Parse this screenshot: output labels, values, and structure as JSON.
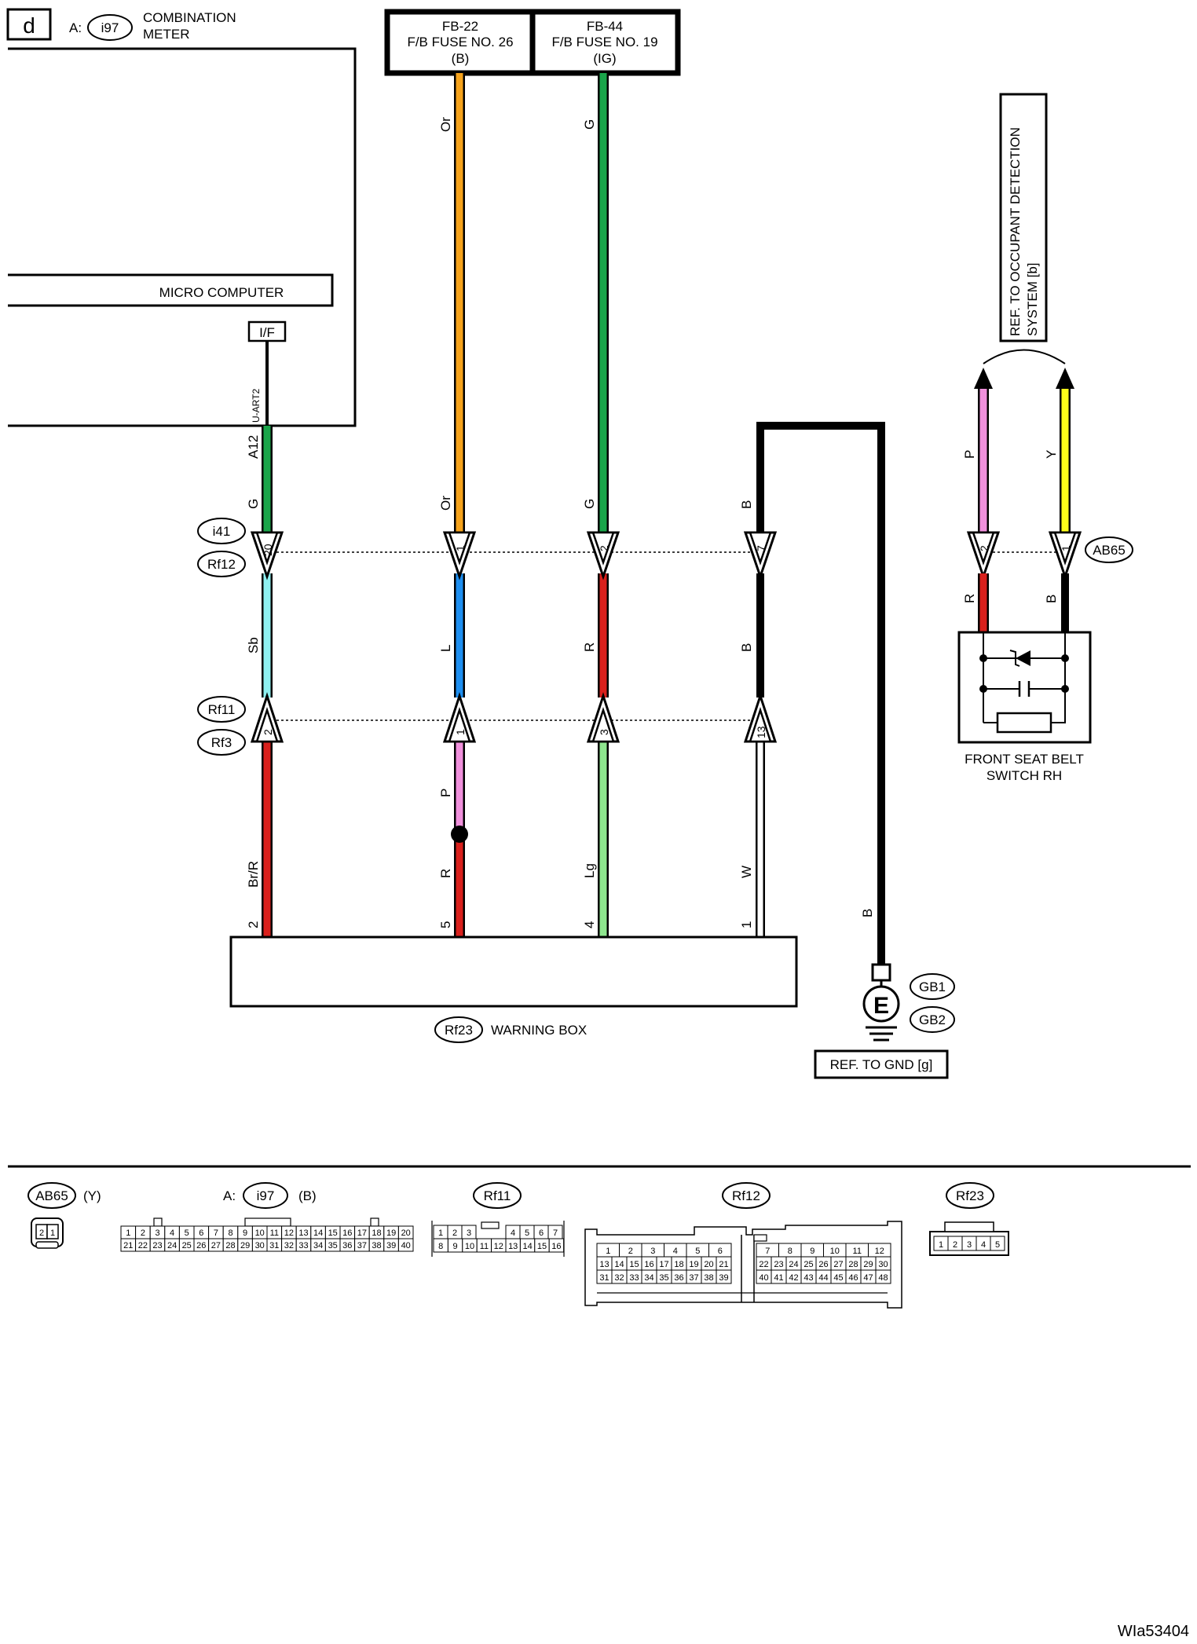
{
  "section_letter": "d",
  "combination_meter": {
    "prefix": "A:",
    "connector": "i97",
    "name_line1": "COMBINATION",
    "name_line2": "METER",
    "micro_computer": "MICRO COMPUTER",
    "interface": "I/F",
    "signal": "U-ART2",
    "terminal": "A12"
  },
  "fuses": [
    {
      "line1": "FB-22",
      "line2": "F/B FUSE NO. 26",
      "line3": "(B)"
    },
    {
      "line1": "FB-44",
      "line2": "F/B FUSE NO. 19",
      "line3": "(IG)"
    }
  ],
  "occupant_ref": {
    "line1": "REF. TO OCCUPANT DETECTION",
    "line2": "SYSTEM [b]"
  },
  "connectors": {
    "i41": "i41",
    "rf12": "Rf12",
    "rf11": "Rf11",
    "rf3": "Rf3",
    "ab65": "AB65",
    "rf23": "Rf23",
    "gb1": "GB1",
    "gb2": "GB2"
  },
  "wires": {
    "c1": {
      "top": "G",
      "mid": "Sb",
      "bottom": "Br/R",
      "pin_top": "20",
      "pin_bottom": "2",
      "box_pin": "2"
    },
    "c2": {
      "upper": "Or",
      "top": "Or",
      "mid": "L",
      "lower1": "P",
      "lower2": "R",
      "pin_top": "1",
      "pin_bottom": "1",
      "box_pin": "5"
    },
    "c3": {
      "upper": "G",
      "top": "G",
      "mid": "R",
      "bottom": "Lg",
      "pin_top": "2",
      "pin_bottom": "3",
      "box_pin": "4"
    },
    "c4": {
      "top": "B",
      "mid": "B",
      "bottom": "W",
      "pin_top": "7",
      "pin_bottom": "13",
      "box_pin": "1"
    },
    "ground": "B",
    "p_wire": "P",
    "y_wire": "Y",
    "r_wire": "R",
    "b_wire": "B",
    "ab65_pin2": "2",
    "ab65_pin1": "1"
  },
  "warning_box": "WARNING BOX",
  "ground_symbol": "E",
  "gnd_ref": "REF. TO GND [g]",
  "seat_belt_switch": {
    "line1": "FRONT SEAT BELT",
    "line2": "SWITCH RH"
  },
  "legend": {
    "ab65": {
      "name": "AB65",
      "color": "(Y)",
      "pins": [
        "2",
        "1"
      ]
    },
    "i97": {
      "prefix": "A:",
      "name": "i97",
      "color": "(B)",
      "row1": [
        "1",
        "2",
        "3",
        "4",
        "5",
        "6",
        "7",
        "8",
        "9",
        "10",
        "11",
        "12",
        "13",
        "14",
        "15",
        "16",
        "17",
        "18",
        "19",
        "20"
      ],
      "row2": [
        "21",
        "22",
        "23",
        "24",
        "25",
        "26",
        "27",
        "28",
        "29",
        "30",
        "31",
        "32",
        "33",
        "34",
        "35",
        "36",
        "37",
        "38",
        "39",
        "40"
      ]
    },
    "rf11": {
      "name": "Rf11",
      "row1a": [
        "1",
        "2",
        "3"
      ],
      "row1b": [
        "4",
        "5",
        "6",
        "7"
      ],
      "row2": [
        "8",
        "9",
        "10",
        "11",
        "12",
        "13",
        "14",
        "15",
        "16"
      ]
    },
    "rf12": {
      "name": "Rf12",
      "left_row1": [
        "1",
        "2",
        "3",
        "4",
        "5",
        "6"
      ],
      "left_row2": [
        "13",
        "14",
        "15",
        "16",
        "17",
        "18",
        "19",
        "20",
        "21"
      ],
      "left_row3": [
        "31",
        "32",
        "33",
        "34",
        "35",
        "36",
        "37",
        "38",
        "39"
      ],
      "right_row1": [
        "7",
        "8",
        "9",
        "10",
        "11",
        "12"
      ],
      "right_row2": [
        "22",
        "23",
        "24",
        "25",
        "26",
        "27",
        "28",
        "29",
        "30"
      ],
      "right_row3": [
        "40",
        "41",
        "42",
        "43",
        "44",
        "45",
        "46",
        "47",
        "48"
      ]
    },
    "rf23": {
      "name": "Rf23",
      "pins": [
        "1",
        "2",
        "3",
        "4",
        "5"
      ]
    }
  },
  "figure_id": "WIa53404",
  "colors": {
    "orange": "#f5a21b",
    "green": "#1aa54a",
    "sky_blue": "#8ef0f0",
    "blue": "#1e8ff0",
    "red": "#d9201c",
    "pink": "#f090dc",
    "light_green": "#8ee68e",
    "white_wire": "#ffffff",
    "yellow": "#ffff1a",
    "black": "#000000"
  }
}
